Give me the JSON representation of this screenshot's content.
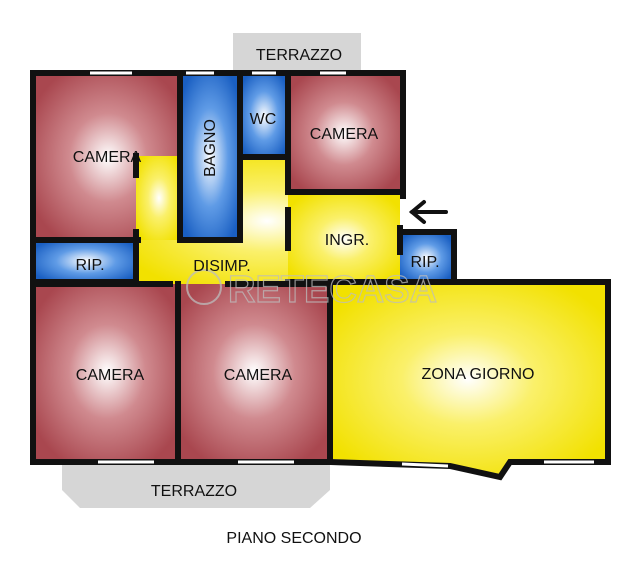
{
  "plan": {
    "title": "PIANO SECONDO",
    "watermark": "RETECASA",
    "rooms": {
      "terrazzo_top": "TERRAZZO",
      "camera_top_left": "CAMERA",
      "bagno": "BAGNO",
      "wc": "WC",
      "camera_top_right": "CAMERA",
      "rip_left": "RIP.",
      "disimp": "DISIMP.",
      "ingr": "INGR.",
      "rip_right": "RIP.",
      "camera_bottom_left": "CAMERA",
      "camera_bottom_mid": "CAMERA",
      "zona_giorno": "ZONA GIORNO",
      "terrazzo_bottom": "TERRAZZO"
    },
    "colors": {
      "bedroom": "#b0555c",
      "bath": "#1a62c4",
      "hall": "#f3e700",
      "terrace": "#d6d6d6",
      "wall": "#111111"
    },
    "icons": {
      "entrance": "entrance-arrow-icon"
    }
  }
}
